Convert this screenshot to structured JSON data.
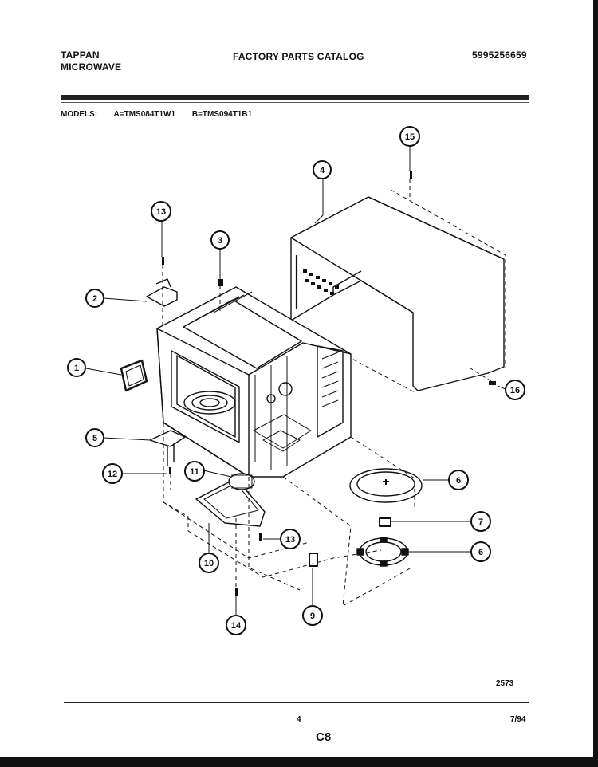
{
  "header": {
    "brand": "TAPPAN",
    "product": "MICROWAVE",
    "title": "FACTORY PARTS CATALOG",
    "catalog_number": "5995256659"
  },
  "models": {
    "label": "MODELS:",
    "model_a": "A=TMS084T1W1",
    "model_b": "B=TMS094T1B1"
  },
  "callouts": [
    {
      "id": "c1",
      "label": "1"
    },
    {
      "id": "c2",
      "label": "2"
    },
    {
      "id": "c3",
      "label": "3"
    },
    {
      "id": "c4",
      "label": "4"
    },
    {
      "id": "c5",
      "label": "5"
    },
    {
      "id": "c6a",
      "label": "6"
    },
    {
      "id": "c7",
      "label": "7"
    },
    {
      "id": "c6b",
      "label": "6"
    },
    {
      "id": "c9",
      "label": "9"
    },
    {
      "id": "c10",
      "label": "10"
    },
    {
      "id": "c11",
      "label": "11"
    },
    {
      "id": "c12",
      "label": "12"
    },
    {
      "id": "c13a",
      "label": "13"
    },
    {
      "id": "c13b",
      "label": "13"
    },
    {
      "id": "c14",
      "label": "14"
    },
    {
      "id": "c15",
      "label": "15"
    },
    {
      "id": "c16",
      "label": "16"
    }
  ],
  "footer": {
    "reference": "2573",
    "page": "4",
    "date": "7/94",
    "section": "C8"
  }
}
